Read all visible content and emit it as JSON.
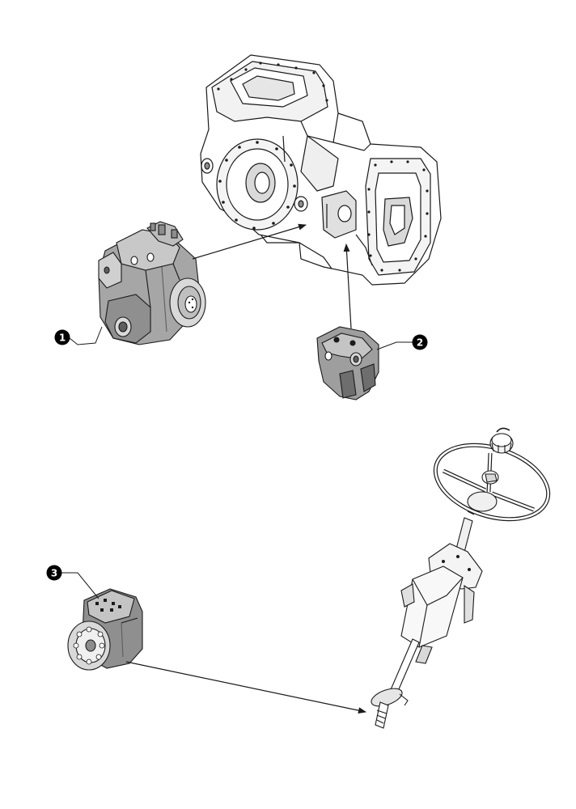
{
  "colors": {
    "ink": "#1a1a1a",
    "line_gray": "#6b6b6b",
    "part_fill_light": "#d9d9d9",
    "part_fill_mid": "#a6a6a6",
    "part_fill_dark": "#5e5e5e",
    "callout_fill": "#000000",
    "callout_text": "#ffffff",
    "background": "#ffffff"
  },
  "parts": [
    {
      "id": "hydraulic-pump",
      "icon": "hydraulic-pump-icon"
    },
    {
      "id": "valve-block",
      "icon": "valve-block-icon"
    },
    {
      "id": "steering-unit",
      "icon": "steering-unit-icon"
    },
    {
      "id": "transmission-housing",
      "icon": "transmission-housing-icon"
    },
    {
      "id": "steering-column",
      "icon": "steering-column-icon"
    }
  ],
  "callouts": {
    "c1": "1",
    "c2": "2",
    "c3": "3"
  }
}
